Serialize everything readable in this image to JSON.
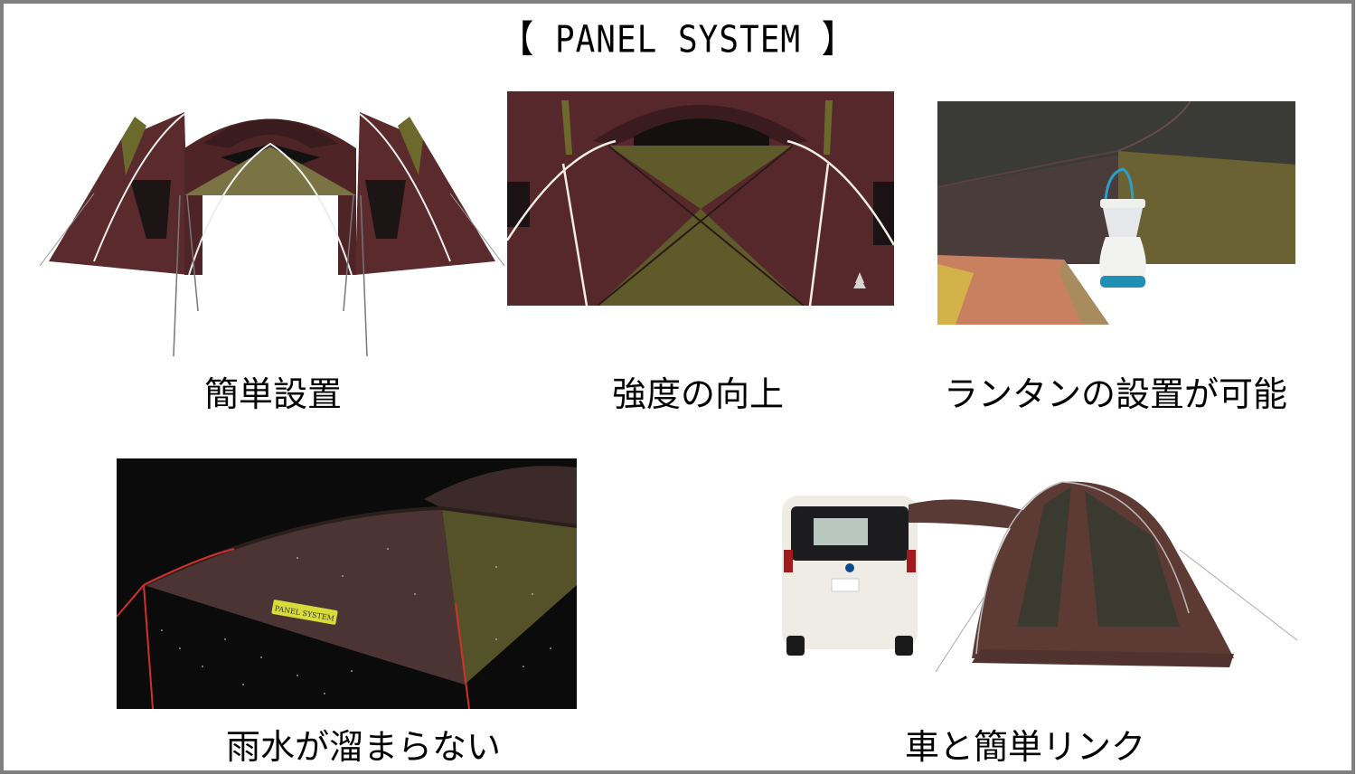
{
  "title": "【 PANEL SYSTEM 】",
  "features": [
    {
      "id": "easy-setup",
      "caption": "簡単設置",
      "image": "tent-front-view-with-awning"
    },
    {
      "id": "strength",
      "caption": "強度の向上",
      "image": "tent-panel-closeup-x-brace"
    },
    {
      "id": "lantern",
      "caption": "ランタンの設置が可能",
      "image": "lantern-hanging-under-panel"
    },
    {
      "id": "rain",
      "caption": "雨水が溜まらない",
      "image": "rain-on-panel-night",
      "label": "PANEL SYSTEM"
    },
    {
      "id": "car-link",
      "caption": "車と簡単リンク",
      "image": "tent-linked-to-car"
    }
  ],
  "colors": {
    "border": "#808080",
    "tent_brown": "#5a2c2c",
    "tent_olive": "#6b6a2c",
    "night": "#0b0b0b",
    "tag_yellow": "#d8dc3a"
  }
}
